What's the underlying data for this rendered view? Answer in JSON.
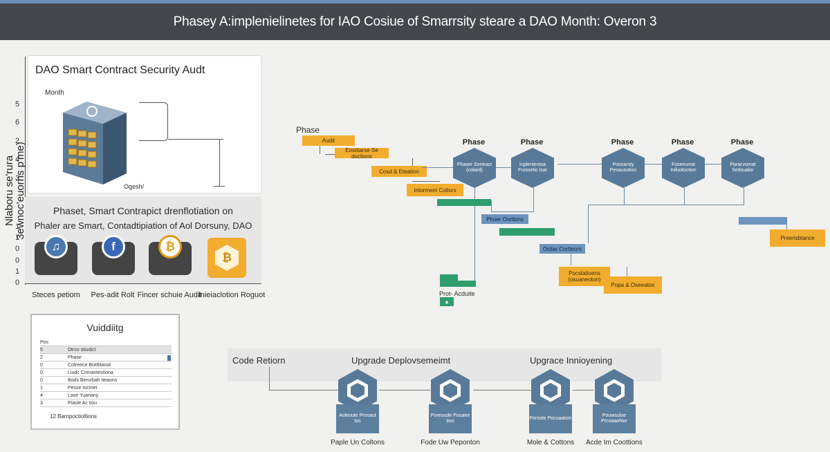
{
  "header": {
    "title": "Phasey A:implenielinetes for IAO Cosiue of Smarrsity steare a DAO Month: Overon 3"
  },
  "side_axis": {
    "label": "Nlaboru se'rura 3ewnoc'euorhs p'me)",
    "ticks_top": [
      "5",
      "6",
      "2",
      "4",
      "3"
    ],
    "ticks_bottom": [
      "1",
      "1",
      "0",
      "0",
      "1",
      "0"
    ]
  },
  "audit_panel": {
    "title": "DAO Smart Contract Security Audt",
    "month_label": "Month",
    "object_label": "Ogesh/"
  },
  "mid_panel": {
    "line1": "Phaset, Smart Contrapict drenflotiation on",
    "line2": "Phaler are Smart, Contadtipiation  of Aol Dorsuny, DAO",
    "cards": [
      {
        "icon": "music-note-icon",
        "glyph": "♫",
        "label": "Steces petiom"
      },
      {
        "icon": "facebook-icon",
        "glyph": "f",
        "label": "Pes-adit Rolt"
      },
      {
        "icon": "bitcoin-icon",
        "glyph": "₿",
        "label": "Fincer schuie Audit"
      },
      {
        "icon": "bitcoin-badge-icon",
        "glyph": "₿",
        "label": "Inieiaclotion Roguot"
      }
    ]
  },
  "table_panel": {
    "title": "Vuiddiitg",
    "rows": [
      {
        "n": "Pos",
        "t": ""
      },
      {
        "n": "5",
        "t": "Dtrco stiudict"
      },
      {
        "n": "2",
        "t": "Phase"
      },
      {
        "n": "0",
        "t": "Cotreece Boebtanal"
      },
      {
        "n": "0",
        "t": "Liudc Comantestiona"
      },
      {
        "n": "0",
        "t": "Bods Berurbah tieaons"
      },
      {
        "n": "1",
        "t": "Pesse tocmet"
      },
      {
        "n": "4",
        "t": "Lase Yuariany"
      },
      {
        "n": "3",
        "t": "Piasie Ac tiou"
      }
    ],
    "footer": "12 Barnpoctioltions"
  },
  "flow": {
    "phase_label": "Phase",
    "left_boxes": [
      "Audit",
      "Eostitarse Se doctions",
      "Cosd & Eteation",
      "Intorment Cotiors"
    ],
    "hex_nodes": [
      {
        "title": "Phase",
        "text": "Phaser Sontract (colard)"
      },
      {
        "title": "Phase",
        "text": "Inplenientoa Frossetio lsar"
      },
      {
        "title": "Phase",
        "text": "Poosarsty Pesausotion"
      },
      {
        "title": "Phase",
        "text": "Foseeurrat Iniluotoction"
      },
      {
        "title": "Phase",
        "text": "Poracvomat Sedsualor"
      }
    ],
    "blue_boxes": [
      "Phoer Oortlons",
      "Ocliar Cortteors"
    ],
    "orange_boxes": [
      "Pocstatioens (osuaneoton)",
      "Popa & Oseeaton",
      "Preerisbtance"
    ],
    "pre_audit": "Prot- Acduite"
  },
  "bottom_section": {
    "labels": [
      "Code Retiorn",
      "Upgrade Deplovsemeimt",
      "Upgrace Innioyening"
    ],
    "nodes": [
      {
        "card": "Aoleoute Prosaut tos",
        "label": "Paple Un Coltons"
      },
      {
        "card": "Poreoude Pouaee tion",
        "label": "Fode Uw Peponton"
      },
      {
        "card": "Poroste Pocuaation",
        "label": "Mole & Cottons"
      },
      {
        "card": "Pouwsuloe Prcoaaohior",
        "label": "Acde Im Coottions"
      }
    ]
  },
  "colors": {
    "header_bg": "#43474b",
    "header_accent": "#6a90b8",
    "orange": "#f2ad2e",
    "green": "#2f9e6d",
    "blue": "#6d93bf",
    "hex": "#587a98"
  }
}
